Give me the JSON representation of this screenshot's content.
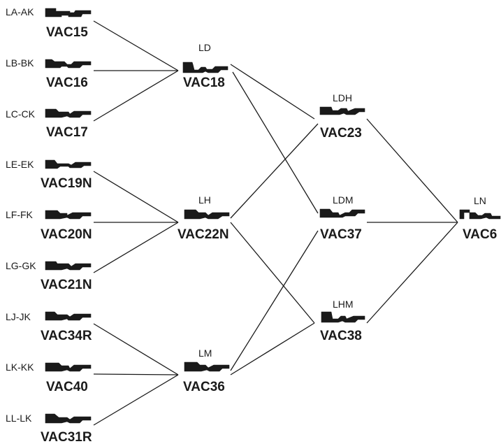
{
  "keys": {
    "vac15": {
      "code": "VAC15",
      "label": "LA-AK"
    },
    "vac16": {
      "code": "VAC16",
      "label": "LB-BK"
    },
    "vac17": {
      "code": "VAC17",
      "label": "LC-CK"
    },
    "vac19n": {
      "code": "VAC19N",
      "label": "LE-EK"
    },
    "vac20n": {
      "code": "VAC20N",
      "label": "LF-FK"
    },
    "vac21n": {
      "code": "VAC21N",
      "label": "LG-GK"
    },
    "vac34r": {
      "code": "VAC34R",
      "label": "LJ-JK"
    },
    "vac40": {
      "code": "VAC40",
      "label": "LK-KK"
    },
    "vac31r": {
      "code": "VAC31R",
      "label": "LL-LK"
    },
    "vac18": {
      "code": "VAC18",
      "label": "LD"
    },
    "vac22n": {
      "code": "VAC22N",
      "label": "LH"
    },
    "vac36": {
      "code": "VAC36",
      "label": "LM"
    },
    "vac23": {
      "code": "VAC23",
      "label": "LDH"
    },
    "vac37": {
      "code": "VAC37",
      "label": "LDM"
    },
    "vac38": {
      "code": "VAC38",
      "label": "LHM"
    },
    "vac6": {
      "code": "VAC6",
      "label": "LN"
    }
  },
  "connections": [
    [
      "vac15",
      "vac18"
    ],
    [
      "vac16",
      "vac18"
    ],
    [
      "vac17",
      "vac18"
    ],
    [
      "vac19n",
      "vac22n"
    ],
    [
      "vac20n",
      "vac22n"
    ],
    [
      "vac21n",
      "vac22n"
    ],
    [
      "vac34r",
      "vac36"
    ],
    [
      "vac40",
      "vac36"
    ],
    [
      "vac31r",
      "vac36"
    ],
    [
      "vac18",
      "vac23"
    ],
    [
      "vac18",
      "vac37"
    ],
    [
      "vac22n",
      "vac23"
    ],
    [
      "vac22n",
      "vac38"
    ],
    [
      "vac36",
      "vac37"
    ],
    [
      "vac36",
      "vac38"
    ],
    [
      "vac23",
      "vac6"
    ],
    [
      "vac37",
      "vac6"
    ],
    [
      "vac38",
      "vac6"
    ]
  ]
}
